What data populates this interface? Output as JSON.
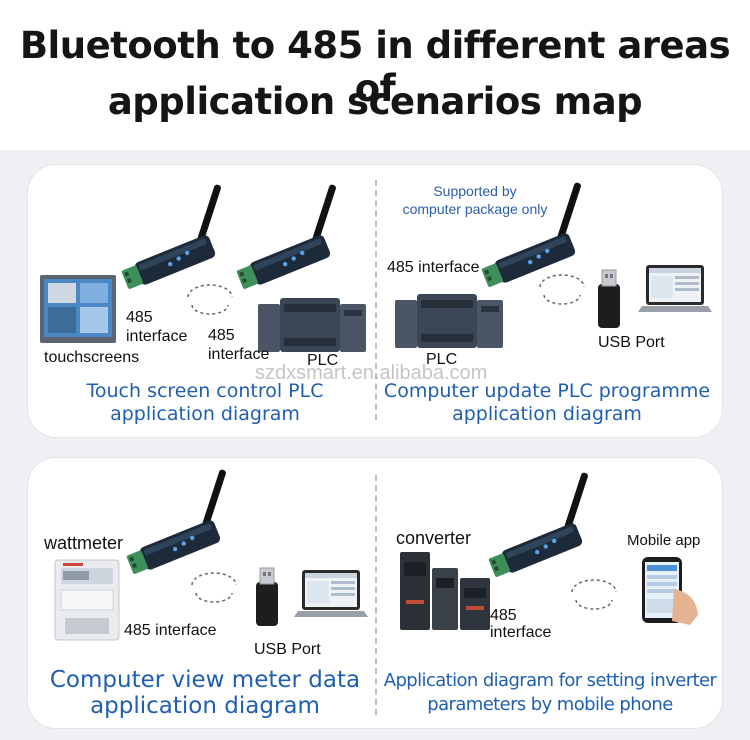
{
  "header": {
    "title_line1": "Bluetooth to 485 in different areas of",
    "title_line2": "application scenarios map"
  },
  "watermark": "szdxsmart.en.alibaba.com",
  "scenarios": {
    "touch_screen": {
      "device_label": "touchscreens",
      "interface_label_1": "485\ninterface",
      "interface_label_2": "485\ninterface",
      "plc_label": "PLC",
      "caption_line1": "Touch screen control PLC",
      "caption_line2": "application diagram"
    },
    "computer_update": {
      "note": "Supported by\ncomputer package only",
      "interface_label": "485 interface",
      "plc_label": "PLC",
      "usb_label": "USB Port",
      "caption_line1": "Computer update PLC programme",
      "caption_line2": "application diagram"
    },
    "meter": {
      "device_label": "wattmeter",
      "interface_label": "485 interface",
      "usb_label": "USB Port",
      "caption_line1": "Computer view meter data",
      "caption_line2": "application diagram"
    },
    "inverter": {
      "device_label": "converter",
      "interface_label": "485\ninterface",
      "app_label": "Mobile app",
      "caption_line1": "Application diagram for setting inverter",
      "caption_line2": "parameters by mobile phone"
    }
  },
  "colors": {
    "caption": "#1f5fb1",
    "dongle_body": "#1c2a3a",
    "connector": "#3e8f5a",
    "plc": "#3a4656"
  }
}
